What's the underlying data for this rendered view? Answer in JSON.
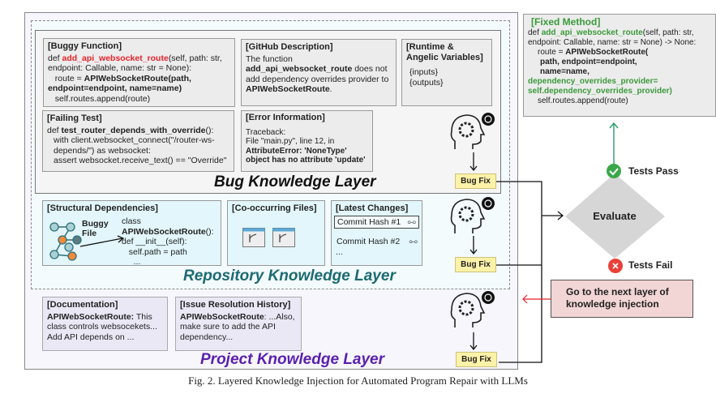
{
  "bug_layer": {
    "title": "Bug Knowledge Layer",
    "buggy_function": {
      "title": "[Buggy Function]",
      "def": "def ",
      "name": "add_api_websocket_route",
      "sig": "(self, path: str, endpoint: Callable, name: str = None):",
      "l2a": "route = ",
      "l2b": "APIWebSocketRoute(path, endpoint=endpoint, name=name)",
      "l3": "self.routes.append(route)"
    },
    "github": {
      "title": "[GitHub Description]",
      "t1": "The function",
      "t2": "add_api_websocket_route",
      "t3": " does not add dependency overrides provider to ",
      "t4": "APIWebSocketRoute",
      "t5": "."
    },
    "runtime": {
      "title": "[Runtime & Angelic Variables]",
      "l1": "{inputs}",
      "l2": "{outputs}"
    },
    "failing_test": {
      "title": "[Failing Test]",
      "l1a": "def ",
      "l1b": "test_router_depends_with_override",
      "l1c": "():",
      "l2": "with client.websocket_connect(\"/router-ws-depends/\") as websocket:",
      "l3": "assert websocket.receive_text() == \"Override\""
    },
    "error": {
      "title": "[Error Information]",
      "l1": "Traceback:",
      "l2": "File \"main.py\", line 12, in",
      "l3": "AttributeError: 'NoneType' object has no attribute 'update'"
    }
  },
  "repo_layer": {
    "title": "Repository Knowledge Layer",
    "structural": {
      "title": "[Structural Dependencies]",
      "buggy_file": "Buggy File",
      "l1": "class",
      "l2": "APIWebSocketRoute",
      "l2b": "():",
      "l3": "def __init__(self):",
      "l4": "self.path = path",
      "l5": "..."
    },
    "cooccurring": {
      "title": "[Co-occurring Files]"
    },
    "latest": {
      "title": "[Latest Changes]",
      "c1": "Commit Hash #1",
      "c2": "Commit Hash #2",
      "more": "..."
    }
  },
  "project_layer": {
    "title": "Project Knowledge Layer",
    "doc": {
      "title": "[Documentation]",
      "b": "APIWebSocketRoute:",
      "t": " This class controls websocekets... Add API depends on ..."
    },
    "issue": {
      "title": "[Issue Resolution History]",
      "b": "APIWebSocketRoute",
      "t": ": ...Also, make sure to add the API dependency..."
    }
  },
  "bug_fix_label": "Bug Fix",
  "fixed": {
    "title": "[Fixed Method]",
    "def": "def ",
    "name": "add_api_websocket_route",
    "sig": "(self, path: str, endpoint: Callable, name: str = None) -> None:",
    "l2a": "route = ",
    "l2b": "APIWebSocketRoute(",
    "l3": "path, endpoint=endpoint,",
    "l4": "name=name,",
    "l5": "dependency_overrides_provider= self.dependency_overrides_provider)",
    "l6": "self.routes.append(route)"
  },
  "evaluate": "Evaluate",
  "pass": "Tests Pass",
  "fail": "Tests Fail",
  "next": "Go to the next layer of knowledge injection",
  "caption": "Fig. 2.  Layered Knowledge Injection for Automated Program Repair with LLMs",
  "colors": {
    "red": "#e8232a",
    "green": "#3a9a3a",
    "teal": "#1a6b70",
    "purple": "#5a1fae",
    "pass_green": "#2a9d6a"
  }
}
